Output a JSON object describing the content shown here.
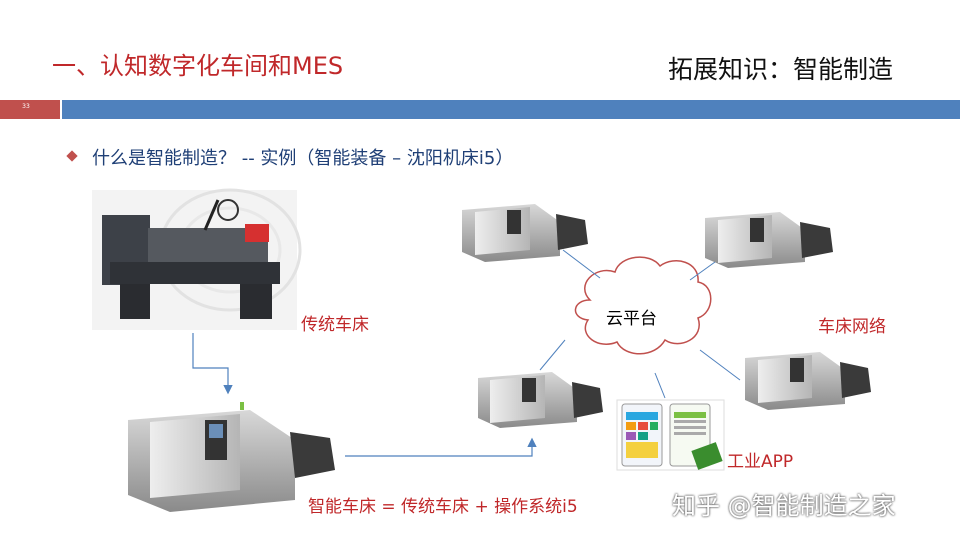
{
  "slide": {
    "title": "一、认知数字化车间和MES",
    "section_title": "拓展知识：智能制造",
    "page_number": "33",
    "bullet": "什么是智能制造？ -- 实例（智能装备 – 沈阳机床i5）"
  },
  "diagram": {
    "traditional_lathe_label": "传统车床",
    "smart_lathe_label": "智能车床 = 传统车床 + 操作系统i5",
    "cloud_label": "云平台",
    "network_label": "车床网络",
    "app_label": "工业APP"
  },
  "watermark": "知乎 @智能制造之家",
  "colors": {
    "accent_red": "#c0504d",
    "accent_blue": "#4f81bd",
    "title_red": "#c0282a",
    "arrow_blue": "#4f81bd"
  }
}
